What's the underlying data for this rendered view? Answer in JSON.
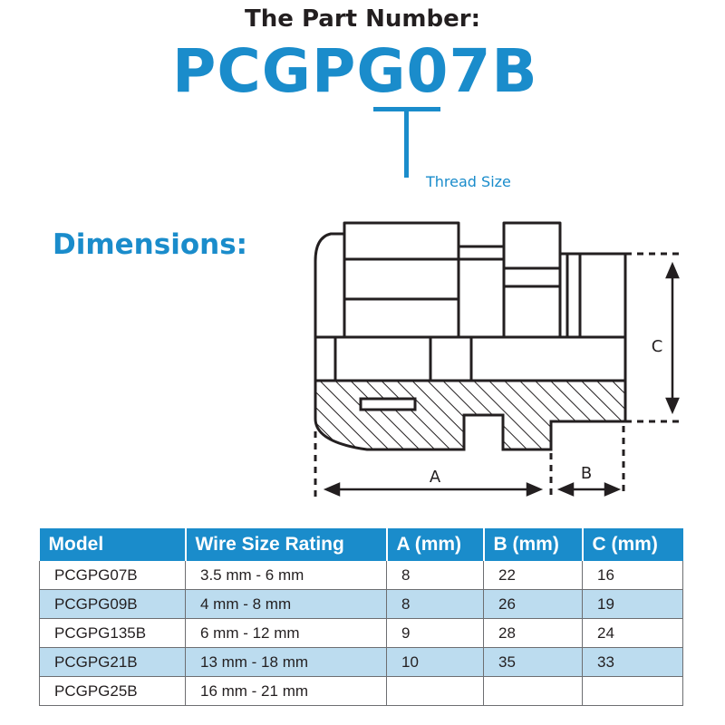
{
  "header": {
    "heading": "The Part Number:",
    "part_number": "PCGPG07B",
    "thread_label": "Thread Size"
  },
  "dimensions": {
    "title": "Dimensions:",
    "label_a": "A",
    "label_b": "B",
    "label_c": "C"
  },
  "table": {
    "columns": [
      "Model",
      "Wire Size Rating",
      "A (mm)",
      "B (mm)",
      "C (mm)"
    ],
    "rows": [
      [
        "PCGPG07B",
        "3.5 mm - 6 mm",
        "8",
        "22",
        "16"
      ],
      [
        "PCGPG09B",
        "4 mm - 8 mm",
        "8",
        "26",
        "19"
      ],
      [
        "PCGPG135B",
        "6 mm - 12 mm",
        "9",
        "28",
        "24"
      ],
      [
        "PCGPG21B",
        "13 mm - 18 mm",
        "10",
        "35",
        "33"
      ],
      [
        "PCGPG25B",
        "16 mm - 21 mm",
        "",
        "",
        ""
      ]
    ]
  },
  "colors": {
    "accent": "#1a8ccb",
    "row_highlight": "#bcdcef",
    "text": "#231f20"
  }
}
